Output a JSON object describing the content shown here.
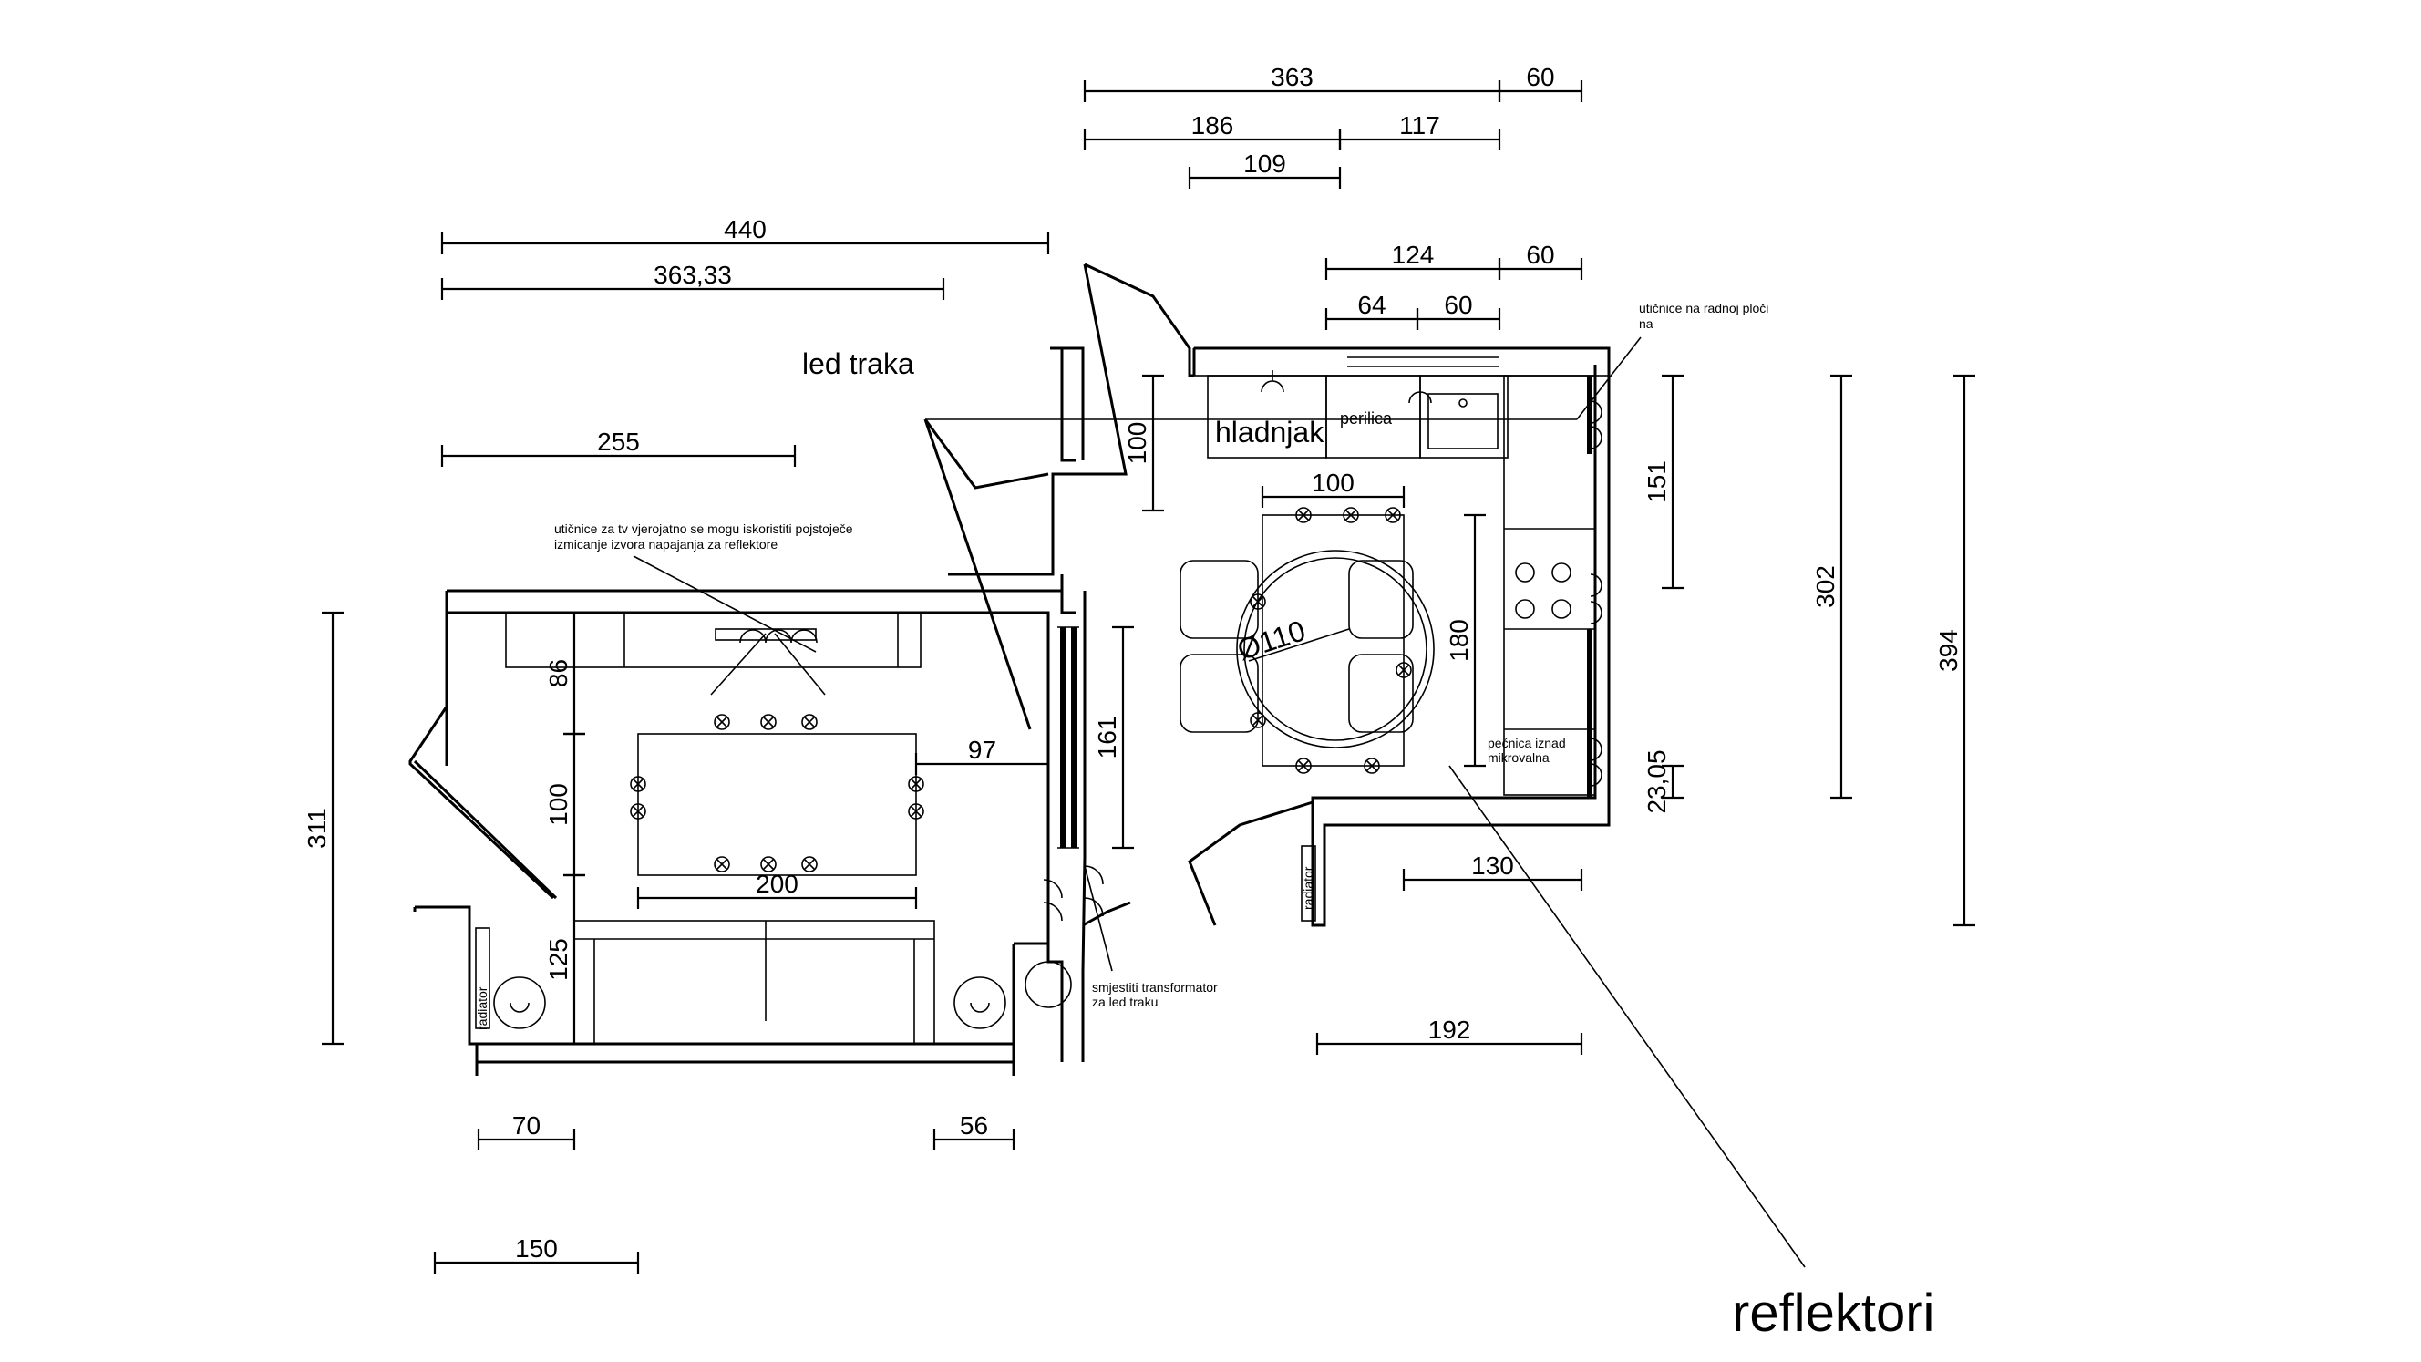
{
  "labels": {
    "led_traka": "led traka",
    "hladnjak": "hladnjak",
    "perilica": "perilica",
    "reflektori": "reflektori",
    "note_tv_line1": "utičnice za tv vjerojatno se mogu iskoristiti pojstoječe",
    "note_tv_line2": "izmicanje izvora napajanja za reflektore",
    "note_radna_line1": "utičnice na radnoj ploči",
    "note_radna_line2": "na",
    "note_transformator_line1": "smjestiti transformator",
    "note_transformator_line2": "za led traku",
    "note_pecnica_line1": "pećnica iznad",
    "note_pecnica_line2": "mikrovalna",
    "radiator": "radiator",
    "table_diameter": "Ø110"
  },
  "dimensions": {
    "d363_top": "363",
    "d60_top": "60",
    "d186": "186",
    "d117": "117",
    "d109": "109",
    "d440": "440",
    "d363_33": "363,33",
    "d124": "124",
    "d60_mid": "60",
    "d64": "64",
    "d60_low": "60",
    "d255": "255",
    "d100_fridge": "100",
    "d100_table": "100",
    "d151": "151",
    "d302": "302",
    "d394": "394",
    "d86": "86",
    "d180": "180",
    "d161": "161",
    "d97": "97",
    "d100_left": "100",
    "d200": "200",
    "d311": "311",
    "d125": "125",
    "d130": "130",
    "d23_05": "23,05",
    "d192": "192",
    "d70": "70",
    "d56": "56",
    "d150": "150"
  }
}
